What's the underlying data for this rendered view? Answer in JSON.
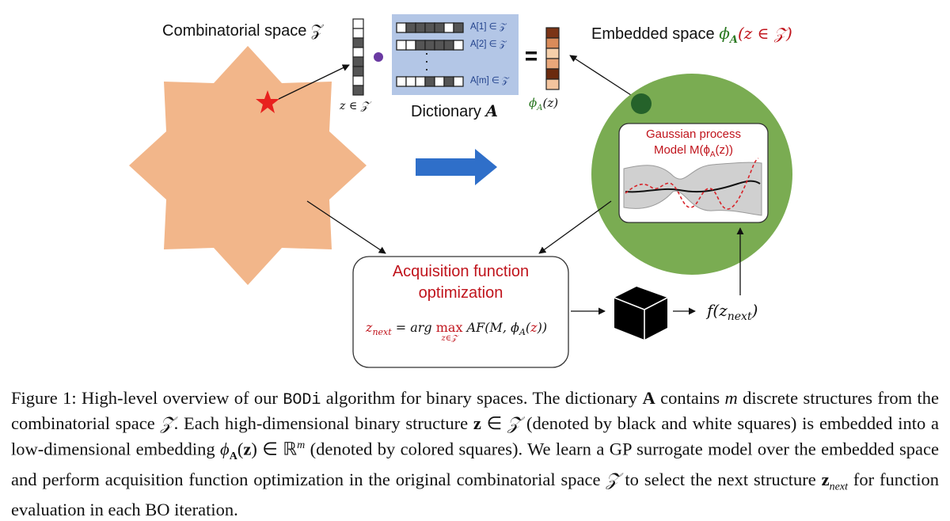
{
  "diagram": {
    "combinatorial_label": "Combinatorial space 𝒵",
    "z_in_Z": "z ∈ 𝒵",
    "dictionary_rows": [
      "A[1] ∈ 𝒵",
      "A[2] ∈ 𝒵",
      "A[m] ∈ 𝒵"
    ],
    "dictionary_label_prefix": "Dictionary ",
    "dictionary_label_symbol": "A",
    "equals": "=",
    "phi_label": "ϕ",
    "phi_sub": "A",
    "phi_arg": "(z)",
    "embedded_label_prefix": "Embedded space ",
    "embedded_label_math": "ϕ",
    "embedded_label_sub": "A",
    "embedded_label_arg": "(z ∈ 𝒵)",
    "gp_title_line1": "Gaussian process",
    "gp_title_line2": "Model M(ϕ",
    "gp_title_sub": "A",
    "gp_title_arg": "(z))",
    "acq_title_line1": "Acquisition function",
    "acq_title_line2": "optimization",
    "acq_formula_lhs": "z",
    "acq_formula_lhs_sub": "next",
    "acq_formula_eq": " = arg ",
    "acq_formula_max": "max",
    "acq_formula_max_sub": "z∈𝒵",
    "acq_formula_rhs": " AF(M, ϕ",
    "acq_formula_rhs_sub": "A",
    "acq_formula_rhs_arg_open": "(",
    "acq_formula_rhs_arg_z": "z",
    "acq_formula_rhs_arg_close": "))",
    "f_next": "f(z",
    "f_next_sub": "next",
    "f_next_close": ")",
    "dots": "·"
  },
  "colors": {
    "star_shape": "#f2b68a",
    "star_marker": "#e8211e",
    "dictionary_bg": "#b3c6e6",
    "big_arrow": "#2f6fc9",
    "gp_circle": "#7aac52",
    "dark_dot": "#25622a",
    "purple_dot": "#6a3aa2",
    "accent_red": "#c0141c",
    "accent_green": "#2c7a23",
    "embedding_colors": [
      "#7b3416",
      "#d98b5a",
      "#f5cfaa",
      "#e8a77a",
      "#6b2a0e",
      "#f3c49e"
    ]
  },
  "caption": {
    "fig_label": "Figure 1: ",
    "t1": "High-level overview of our ",
    "algo": "BODi",
    "t2": " algorithm for binary spaces. The dictionary ",
    "A": "A",
    "t3": " contains ",
    "m": "m",
    "t4": " discrete structures from the combinatorial space ",
    "Z1": "𝒵",
    "t5": ". Each high-dimensional binary structure ",
    "z1": "z",
    "t6": " ∈ ",
    "Z2": "𝒵",
    "t7": " (denoted by black and white squares) is embedded into a low-dimensional embedding ",
    "phi": "ϕ",
    "phi_sub": "A",
    "t8": "(",
    "z2": "z",
    "t9": ") ∈ ℝ",
    "sup_m": "m",
    "t10": " (denoted by colored squares). We learn a GP surrogate model over the embedded space and perform acquisition function optimization in the original combinatorial space ",
    "Z3": "𝒵",
    "t11": " to select the next structure ",
    "z3": "z",
    "next": "next",
    "t12": " for function evaluation in each BO iteration."
  }
}
